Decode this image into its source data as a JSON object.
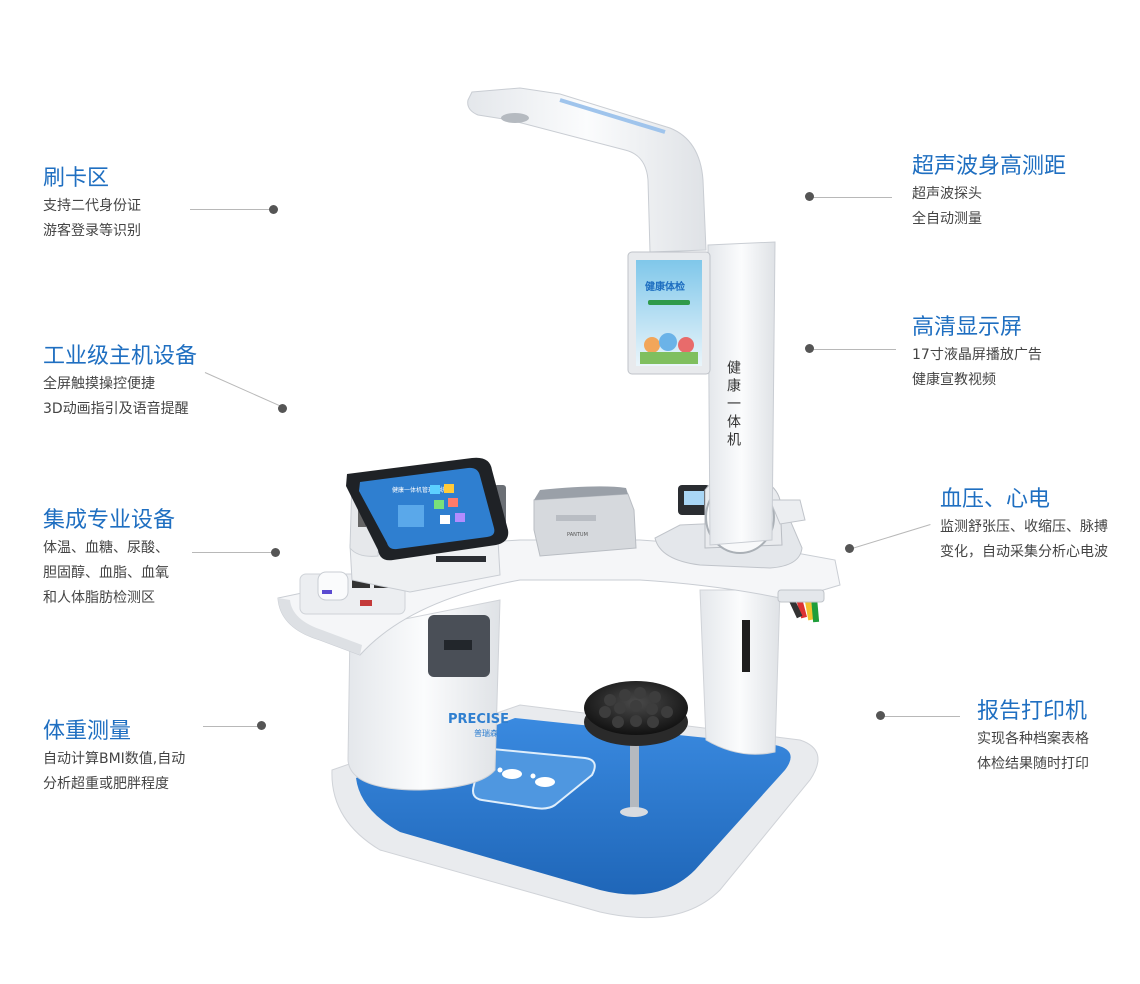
{
  "callouts": {
    "card": {
      "title": "刷卡区",
      "lines": [
        "支持二代身份证",
        "游客登录等识别"
      ]
    },
    "host": {
      "title": "工业级主机设备",
      "lines": [
        "全屏触摸操控便捷",
        "3D动画指引及语音提醒"
      ]
    },
    "devices": {
      "title": "集成专业设备",
      "lines": [
        "体温、血糖、尿酸、",
        "胆固醇、血脂、血氧",
        "和人体脂肪检测区"
      ]
    },
    "weight": {
      "title": "体重测量",
      "lines": [
        "自动计算BMI数值,自动",
        "分析超重或肥胖程度"
      ]
    },
    "height": {
      "title": "超声波身高测距",
      "lines": [
        "超声波探头",
        "全自动测量"
      ]
    },
    "screen": {
      "title": "高清显示屏",
      "lines": [
        "17寸液晶屏播放广告",
        "健康宣教视频"
      ]
    },
    "bp": {
      "title": "血压、心电",
      "lines": [
        "监测舒张压、收缩压、脉搏",
        "变化，自动采集分析心电波"
      ]
    },
    "printer": {
      "title": "报告打印机",
      "lines": [
        "实现各种档案表格",
        "体检结果随时打印"
      ]
    }
  },
  "machine": {
    "column_text": "健康一体机",
    "display_title": "健康体检",
    "tablet_text": "健康一体机管理系统",
    "brand": "PRECISE",
    "brand_sub": "普瑞森",
    "printer_brand": "PANTUM"
  },
  "colors": {
    "accent": "#1f6fc1",
    "floor": "#2f7fd0",
    "body": "#f2f3f5"
  }
}
